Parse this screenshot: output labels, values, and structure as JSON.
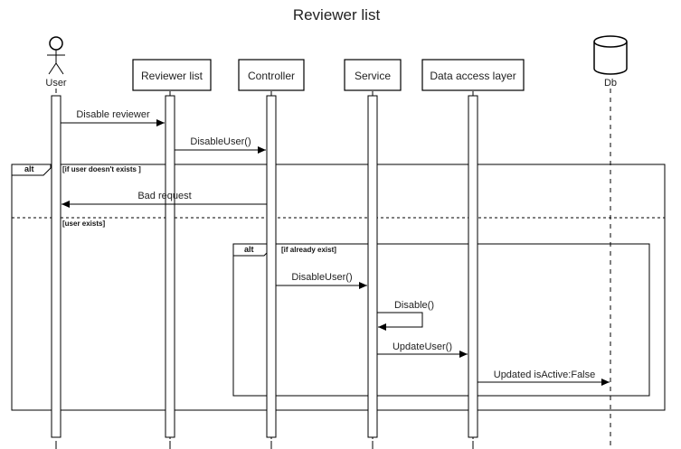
{
  "title": "Reviewer list",
  "participants": {
    "user": "User",
    "reviewer_list": "Reviewer list",
    "controller": "Controller",
    "service": "Service",
    "dal": "Data access layer",
    "db": "Db"
  },
  "messages": {
    "disable_reviewer": "Disable reviewer",
    "disable_user_1": "DisableUser()",
    "bad_request": "Bad request",
    "disable_user_2": "DisableUser()",
    "disable": "Disable()",
    "update_user": "UpdateUser()",
    "updated_is_active": "Updated isActive:False"
  },
  "frames": {
    "outer_tag": "alt",
    "outer_guard_1": "[if user doesn't exists ]",
    "outer_guard_2": "[user exists]",
    "inner_tag": "alt",
    "inner_guard": "[if already exist]"
  }
}
